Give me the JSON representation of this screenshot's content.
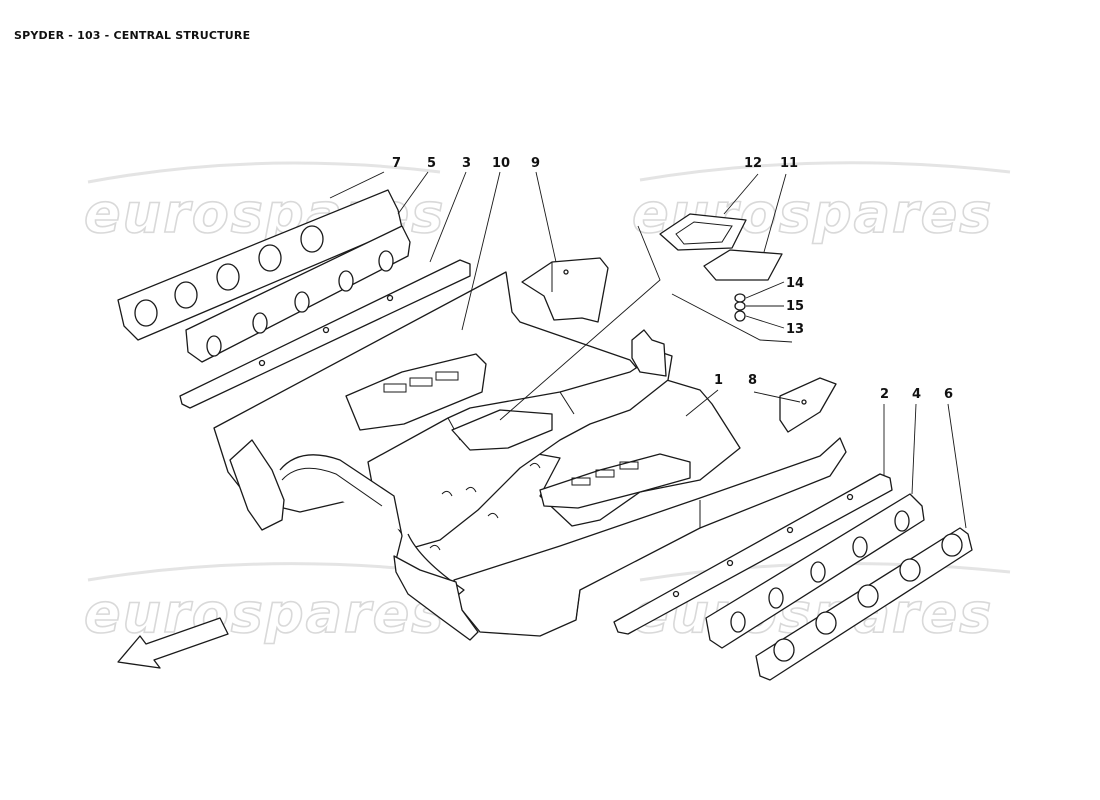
{
  "title": "SPYDER - 103 - CENTRAL STRUCTURE",
  "watermark": "eurospares",
  "callouts": [
    {
      "id": "c7",
      "label": "7"
    },
    {
      "id": "c5",
      "label": "5"
    },
    {
      "id": "c3",
      "label": "3"
    },
    {
      "id": "c10",
      "label": "10"
    },
    {
      "id": "c9",
      "label": "9"
    },
    {
      "id": "c12",
      "label": "12"
    },
    {
      "id": "c11",
      "label": "11"
    },
    {
      "id": "c14",
      "label": "14"
    },
    {
      "id": "c15",
      "label": "15"
    },
    {
      "id": "c13",
      "label": "13"
    },
    {
      "id": "c1",
      "label": "1"
    },
    {
      "id": "c8",
      "label": "8"
    },
    {
      "id": "c2",
      "label": "2"
    },
    {
      "id": "c4",
      "label": "4"
    },
    {
      "id": "c6",
      "label": "6"
    }
  ],
  "colors": {
    "line": "#1a1a1a",
    "watermark": "#d9d9d9",
    "background": "#ffffff"
  }
}
